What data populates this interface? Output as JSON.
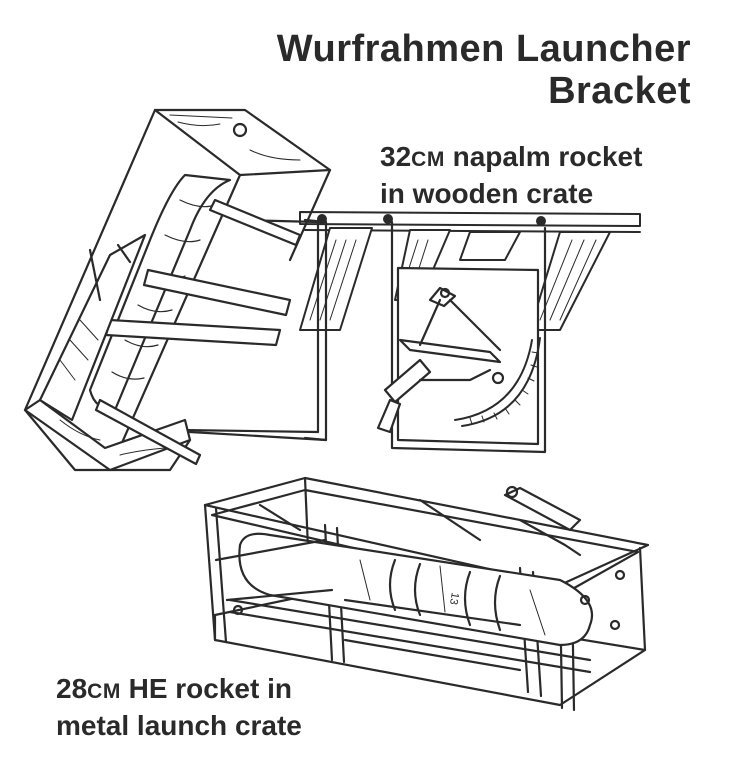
{
  "title": {
    "line1": "Wurfrahmen Launcher",
    "line2": "Bracket"
  },
  "captions": {
    "napalm": {
      "size": "32",
      "unit": "CM",
      "line1_rest": " napalm rocket",
      "line2": "in wooden crate"
    },
    "he": {
      "size": "28",
      "unit": "CM",
      "line1_rest": " HE rocket in",
      "line2": "metal launch crate"
    }
  },
  "rocket_marking": "13",
  "colors": {
    "ink": "#2a2a2a",
    "paper": "#ffffff"
  }
}
